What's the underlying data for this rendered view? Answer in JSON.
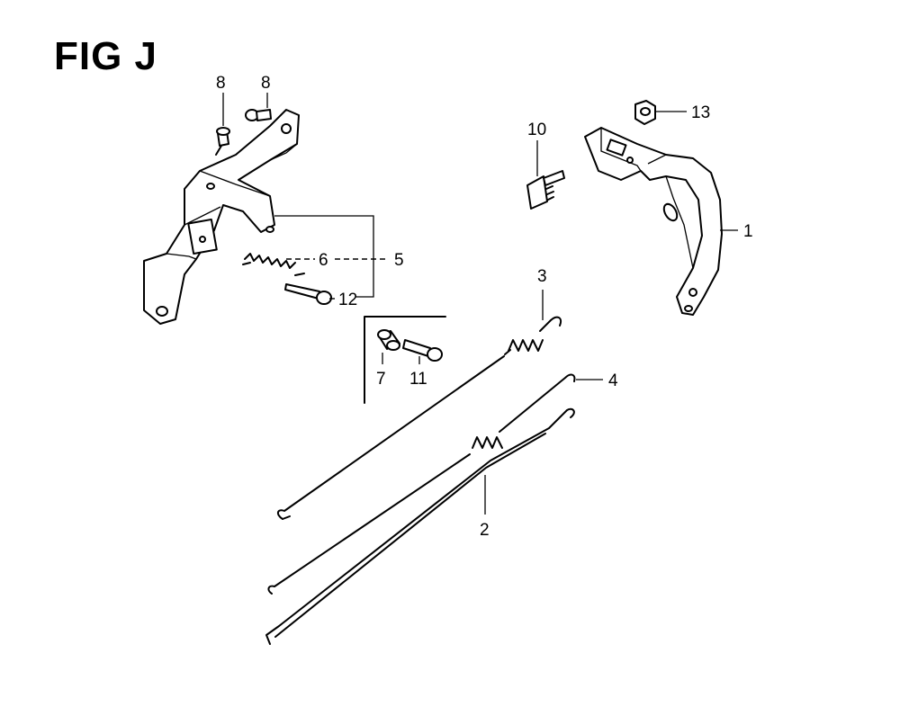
{
  "figure": {
    "title": "FIG J"
  },
  "callouts": {
    "c1": "1",
    "c2": "2",
    "c3": "3",
    "c4": "4",
    "c5": "5",
    "c6": "6",
    "c7": "7",
    "c8a": "8",
    "c8b": "8",
    "c10": "10",
    "c11": "11",
    "c12": "12",
    "c13": "13"
  }
}
